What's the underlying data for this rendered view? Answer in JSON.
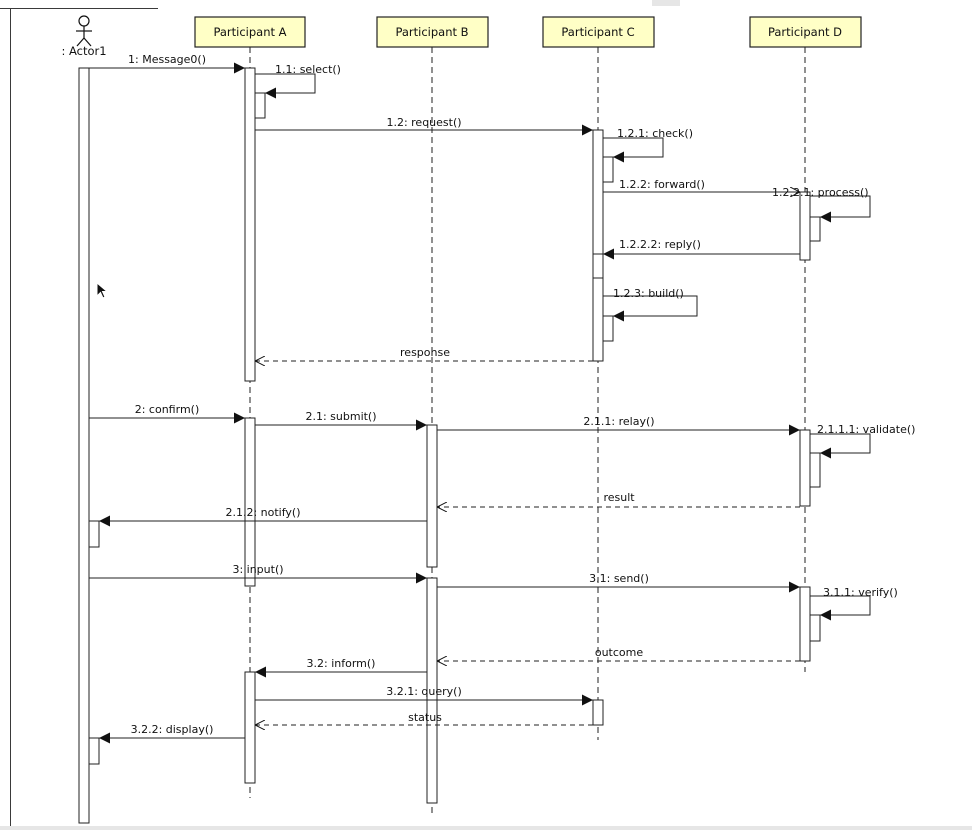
{
  "diagram": {
    "colors": {
      "header_fill": "#ffffc6",
      "header_stroke": "#222222",
      "line": "#222222",
      "bar_fill": "#ffffff"
    },
    "actor": {
      "name": ": Actor1"
    },
    "participants": [
      {
        "id": "p1",
        "label": "Participant A"
      },
      {
        "id": "p2",
        "label": "Participant B"
      },
      {
        "id": "p3",
        "label": "Participant C"
      },
      {
        "id": "p4",
        "label": "Participant D"
      }
    ],
    "messages": [
      {
        "label": "1: Message0()"
      },
      {
        "label": "1.1: select()"
      },
      {
        "label": "1.2: request()"
      },
      {
        "label": "1.2.1: check()"
      },
      {
        "label": "1.2.2: forward()"
      },
      {
        "label": "1.2.2.1: process()"
      },
      {
        "label": "1.2.2.2: reply()"
      },
      {
        "label": "1.2.3: build()"
      },
      {
        "label": "response"
      },
      {
        "label": "2: confirm()"
      },
      {
        "label": "2.1: submit()"
      },
      {
        "label": "2.1.1: relay()"
      },
      {
        "label": "2.1.1.1: validate()"
      },
      {
        "label": "result"
      },
      {
        "label": "2.1.2: notify()"
      },
      {
        "label": "3: input()"
      },
      {
        "label": "3.1: send()"
      },
      {
        "label": "3.1.1: verify()"
      },
      {
        "label": "outcome"
      },
      {
        "label": "3.2: inform()"
      },
      {
        "label": "3.2.1: query()"
      },
      {
        "label": "status"
      },
      {
        "label": "3.2.2: display()"
      }
    ]
  }
}
